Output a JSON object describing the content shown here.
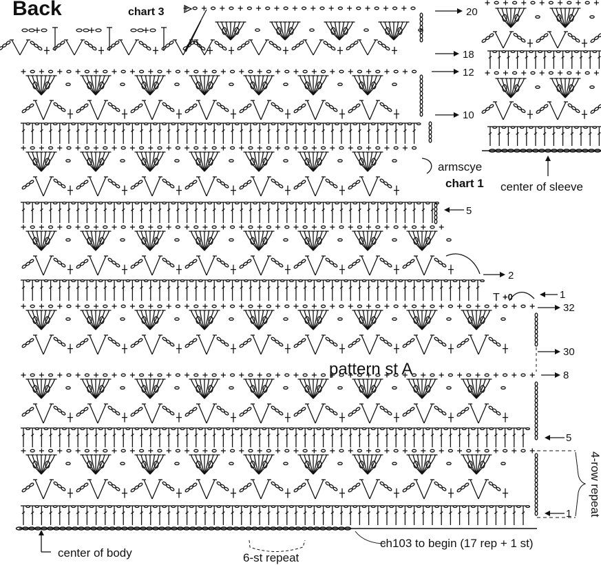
{
  "title": "Back",
  "labels": {
    "chart3": "chart 3",
    "chart1": "chart 1",
    "armscye": "armscye",
    "center_sleeve": "center of sleeve",
    "pattern": "pattern st A",
    "row_repeat": "4-row repeat",
    "center_body": "center of body",
    "st_repeat": "6-st repeat",
    "begin": "ch103 to begin (17 rep + 1 st)",
    "plus_zero": "+0"
  },
  "row_markers": {
    "r20": "20",
    "r18": "18",
    "r12": "12",
    "r10": "10",
    "r5_armscye": "5",
    "r2": "2",
    "r1_armscye": "1",
    "r32": "32",
    "r30": "30",
    "r8": "8",
    "r5": "5",
    "r1": "1"
  },
  "legend_colors": {
    "ink": "#111111",
    "background": "#ffffff"
  }
}
